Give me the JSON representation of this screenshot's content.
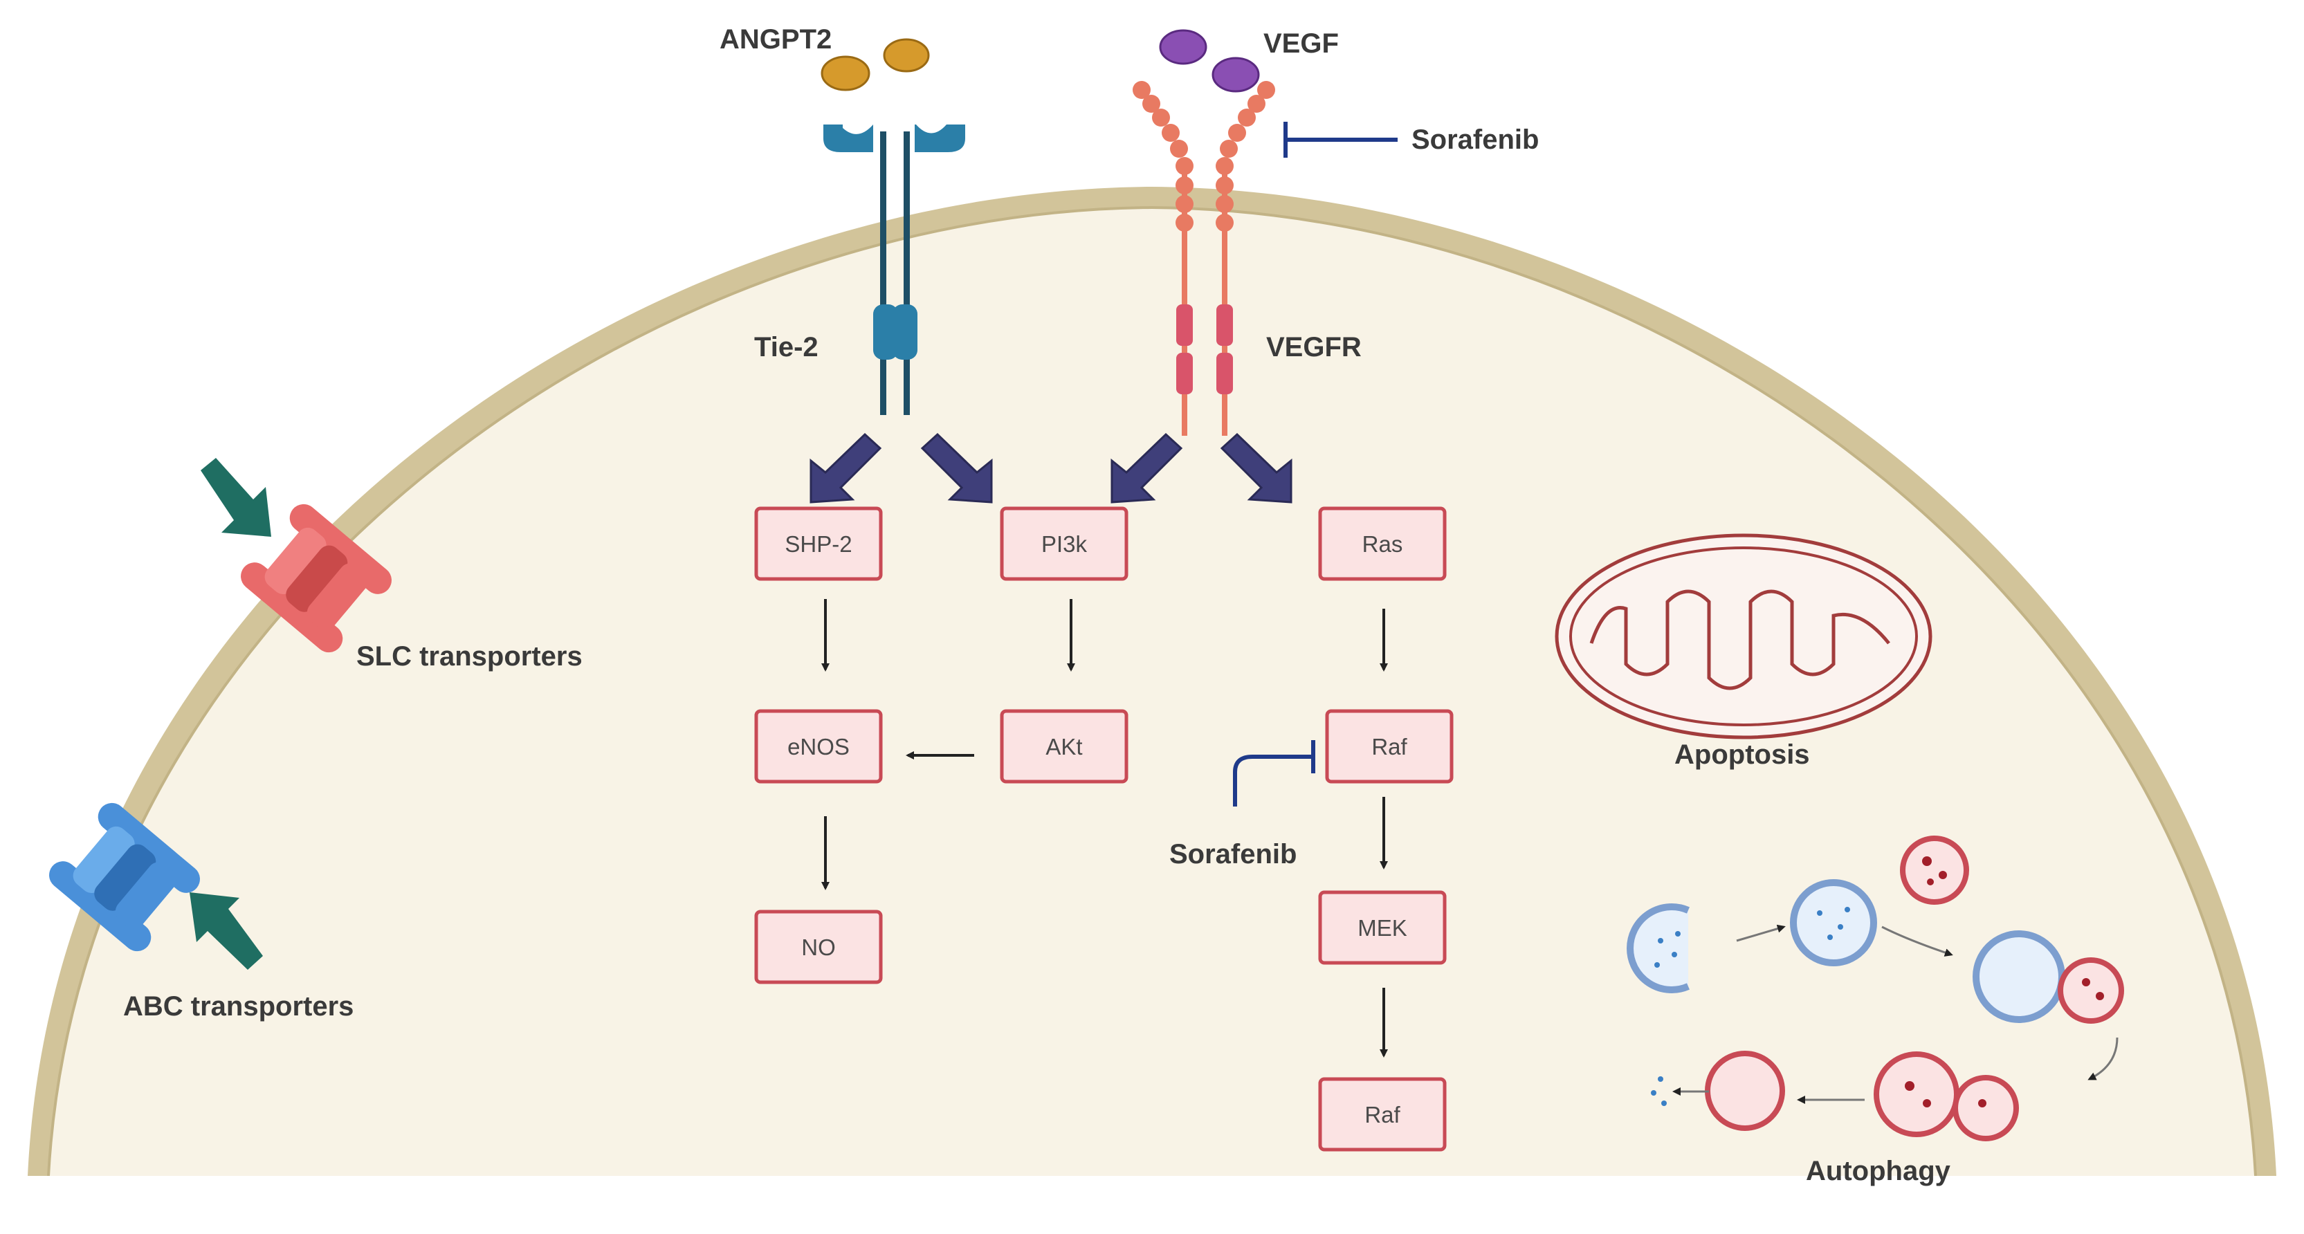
{
  "labels": {
    "angpt2": "ANGPT2",
    "vegf": "VEGF",
    "sorafenib_top": "Sorafenib",
    "tie2": "Tie-2",
    "vegfr": "VEGFR",
    "slc": "SLC transporters",
    "abc": "ABC transporters",
    "apoptosis": "Apoptosis",
    "autophagy": "Autophagy",
    "sorafenib_mid": "Sorafenib"
  },
  "boxes": {
    "shp2": "SHP-2",
    "pi3k": "PI3k",
    "ras": "Ras",
    "enos": "eNOS",
    "akt": "AKt",
    "raf1": "Raf",
    "no": "NO",
    "mek": "MEK",
    "raf2": "Raf"
  },
  "colors": {
    "cell_fill": "#f8f3e6",
    "membrane": "#d2c49a",
    "box_fill": "#fbe3e3",
    "box_stroke": "#c84a55",
    "tie2": "#2b7fa8",
    "tie2_dark": "#1e4f66",
    "vegfr": "#e87a62",
    "vegfr_tm": "#d9546a",
    "angpt2_ligand": "#d69a2c",
    "vegf_ligand": "#8a4fb3",
    "pathway_arrow": "#3f3f7a",
    "transporter_arrow": "#1f6e62",
    "slc": "#e86a6a",
    "abc": "#4a90d9",
    "inhibitor": "#1f3a8a"
  },
  "icons": [
    "ligand-icon",
    "receptor-icon",
    "transporter-icon",
    "mitochondrion-icon",
    "autophagy-vesicle-icon",
    "inhibition-icon"
  ]
}
